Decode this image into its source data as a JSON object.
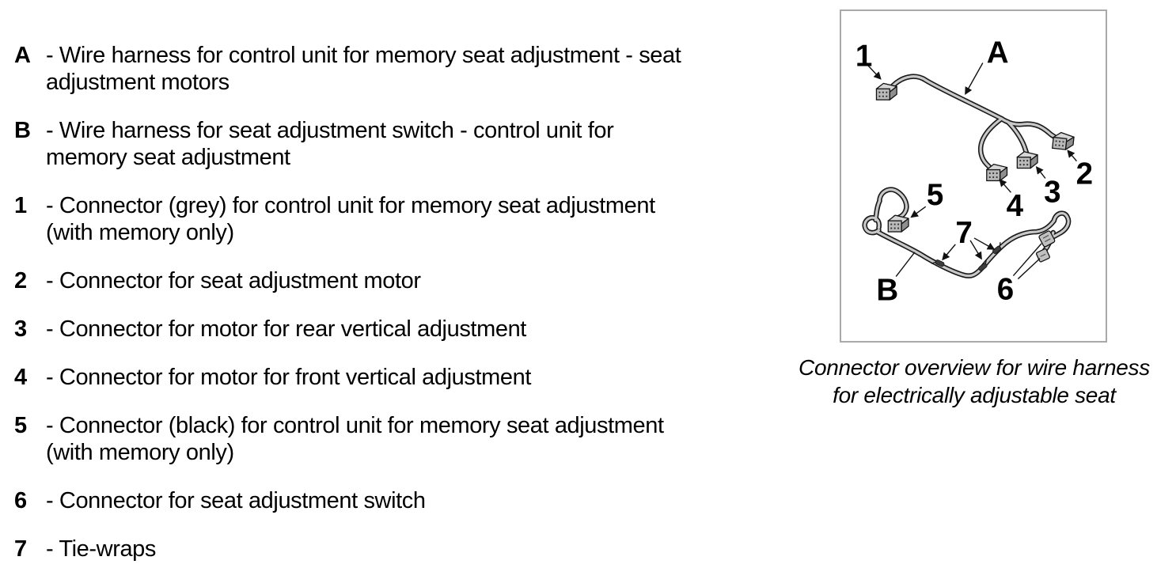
{
  "legend": {
    "items": [
      {
        "label": "A",
        "lines": [
          "- Wire harness for control unit for memory seat adjustment - seat",
          "adjustment motors"
        ]
      },
      {
        "label": "B",
        "lines": [
          "- Wire harness for seat adjustment switch - control unit for",
          "memory seat adjustment"
        ]
      },
      {
        "label": "1",
        "lines": [
          "- Connector (grey) for control unit for memory seat adjustment",
          "(with memory only)"
        ]
      },
      {
        "label": "2",
        "lines": [
          "- Connector for seat adjustment motor"
        ]
      },
      {
        "label": "3",
        "lines": [
          "- Connector for motor for rear vertical adjustment"
        ]
      },
      {
        "label": "4",
        "lines": [
          "- Connector for motor for front vertical adjustment"
        ]
      },
      {
        "label": "5",
        "lines": [
          "- Connector (black) for control unit for memory seat adjustment",
          "(with memory only)"
        ]
      },
      {
        "label": "6",
        "lines": [
          "- Connector for seat adjustment switch"
        ]
      },
      {
        "label": "7",
        "lines": [
          "- Tie-wraps"
        ]
      }
    ]
  },
  "figure": {
    "callouts": {
      "n1": "1",
      "nA": "A",
      "n2": "2",
      "n3": "3",
      "n4": "4",
      "n5": "5",
      "n7": "7",
      "nB": "B",
      "n6": "6"
    },
    "caption": [
      "Connector overview for wire harness",
      "for electrically adjustable seat"
    ]
  },
  "colors": {
    "text": "#000000",
    "figure_border": "#a9a9a9",
    "wire_outline": "#1a1a1a",
    "wire_fill": "#c8c8c8",
    "connector_fill": "#b9b9b9"
  }
}
